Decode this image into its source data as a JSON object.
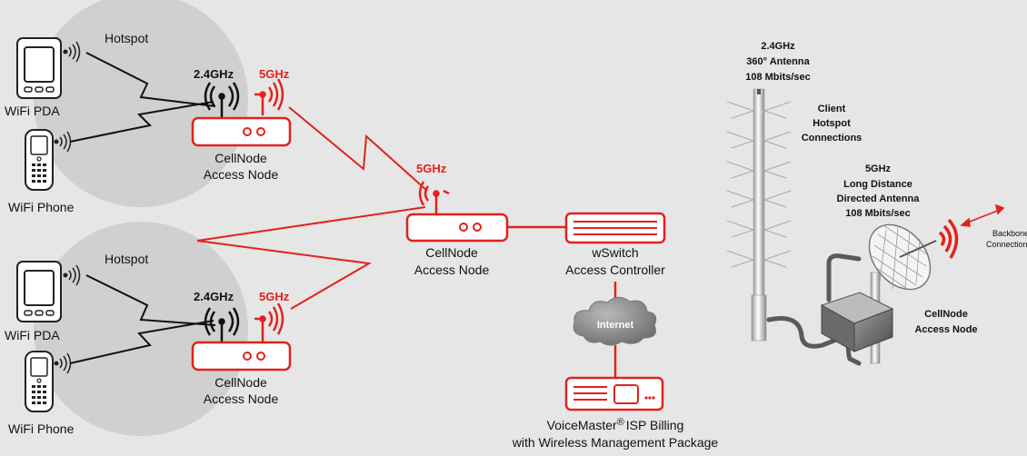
{
  "hotspot_top": {
    "title": "Hotspot",
    "pda_label": "WiFi PDA",
    "phone_label": "WiFi Phone",
    "band_24": "2.4GHz",
    "band_5": "5GHz",
    "node_label_1": "CellNode",
    "node_label_2": "Access Node"
  },
  "hotspot_bottom": {
    "title": "Hotspot",
    "pda_label": "WiFi PDA",
    "phone_label": "WiFi Phone",
    "band_24": "2.4GHz",
    "band_5": "5GHz",
    "node_label_1": "CellNode",
    "node_label_2": "Access Node"
  },
  "center_node": {
    "band_5": "5GHz",
    "label_1": "CellNode",
    "label_2": "Access Node"
  },
  "wswitch": {
    "label_1": "wSwitch",
    "label_2": "Access Controller"
  },
  "internet": {
    "label": "Internet"
  },
  "voicemaster": {
    "label_name": "VoiceMaster",
    "label_reg": "®",
    "label_rest": "ISP Billing",
    "label_2": "with Wireless Management Package"
  },
  "hardware": {
    "antenna24_line1": "2.4GHz",
    "antenna24_line2": "360° Antenna",
    "antenna24_line3": "108 Mbits/sec",
    "client_line1": "Client",
    "client_line2": "Hotspot",
    "client_line3": "Connections",
    "dish_line1": "5GHz",
    "dish_line2": "Long Distance",
    "dish_line3": "Directed Antenna",
    "dish_line4": "108 Mbits/sec",
    "backbone_line1": "Backbone",
    "backbone_line2": "Connection",
    "node_line1": "CellNode",
    "node_line2": "Access Node"
  },
  "colors": {
    "accent_red": "#e2221c",
    "background": "#e6e6e6",
    "hotspot_fill": "#d0d0d0"
  }
}
